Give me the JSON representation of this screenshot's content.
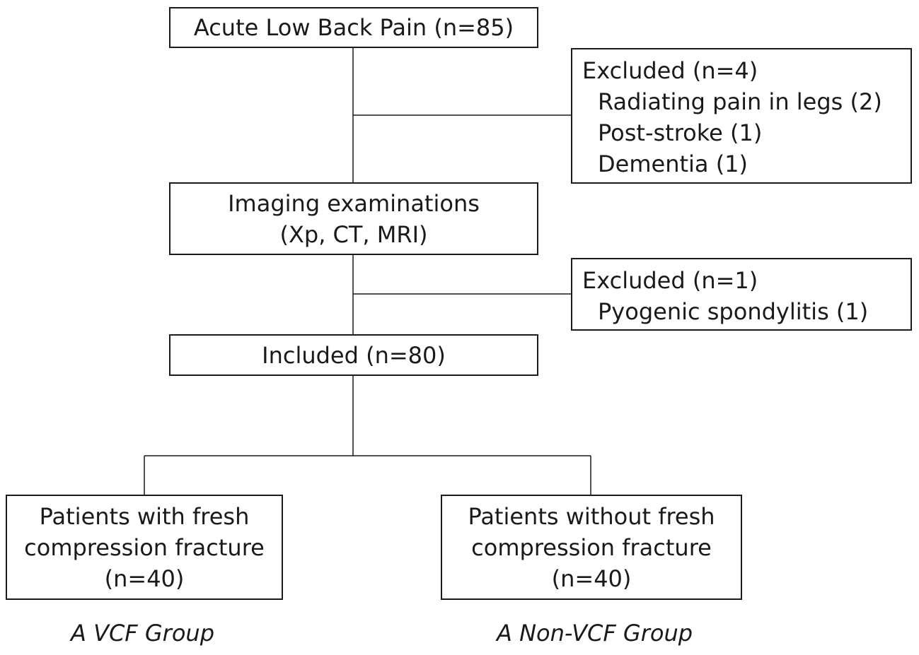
{
  "nodes": {
    "acute": {
      "text": "Acute Low Back Pain (n=85)"
    },
    "excluded1": {
      "title": "Excluded (n=4)",
      "items": [
        "Radiating pain in legs (2)",
        "Post-stroke (1)",
        "Dementia (1)"
      ]
    },
    "imaging": {
      "lines": [
        "Imaging examinations",
        "(Xp, CT, MRI)"
      ]
    },
    "excluded2": {
      "title": "Excluded (n=1)",
      "items": [
        "Pyogenic spondylitis (1)"
      ]
    },
    "included": {
      "text": "Included (n=80)"
    },
    "vcf": {
      "lines": [
        "Patients with fresh",
        "compression fracture",
        "(n=40)"
      ]
    },
    "nonvcf": {
      "lines": [
        "Patients without fresh",
        "compression fracture",
        "(n=40)"
      ]
    }
  },
  "groups": {
    "vcf_label": "A VCF Group",
    "nonvcf_label": "A Non-VCF Group"
  },
  "colors": {
    "stroke": "#1a1a1a",
    "background": "#ffffff"
  }
}
